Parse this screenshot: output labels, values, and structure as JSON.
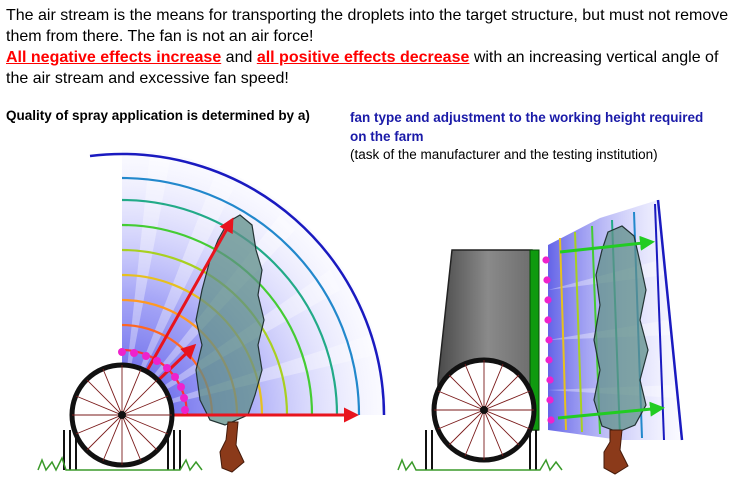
{
  "intro": {
    "line1": "The air stream is the means for transporting the droplets into the target structure, but must not remove them from there. The fan is not an air force!",
    "neg_effects": "All negative effects increase",
    "and": " and ",
    "pos_effects": "all positive effects decrease",
    "rest": " with an increasing vertical angle of the air stream and excessive fan speed!"
  },
  "quality": {
    "label": "Quality of spray application is determined by a)",
    "item_a_title": "fan type and adjustment to the working height required on the farm",
    "item_a_note": "(task of the manufacturer and the testing institution)"
  },
  "colors": {
    "highlight": "#ff0000",
    "blue_text": "#1a1aa8",
    "arrow_red": "#e8141e",
    "arrow_green": "#22cc22",
    "droplet": "#ee22cc",
    "tree_fill": "#5f8f88",
    "trunk": "#8b3a1a"
  }
}
